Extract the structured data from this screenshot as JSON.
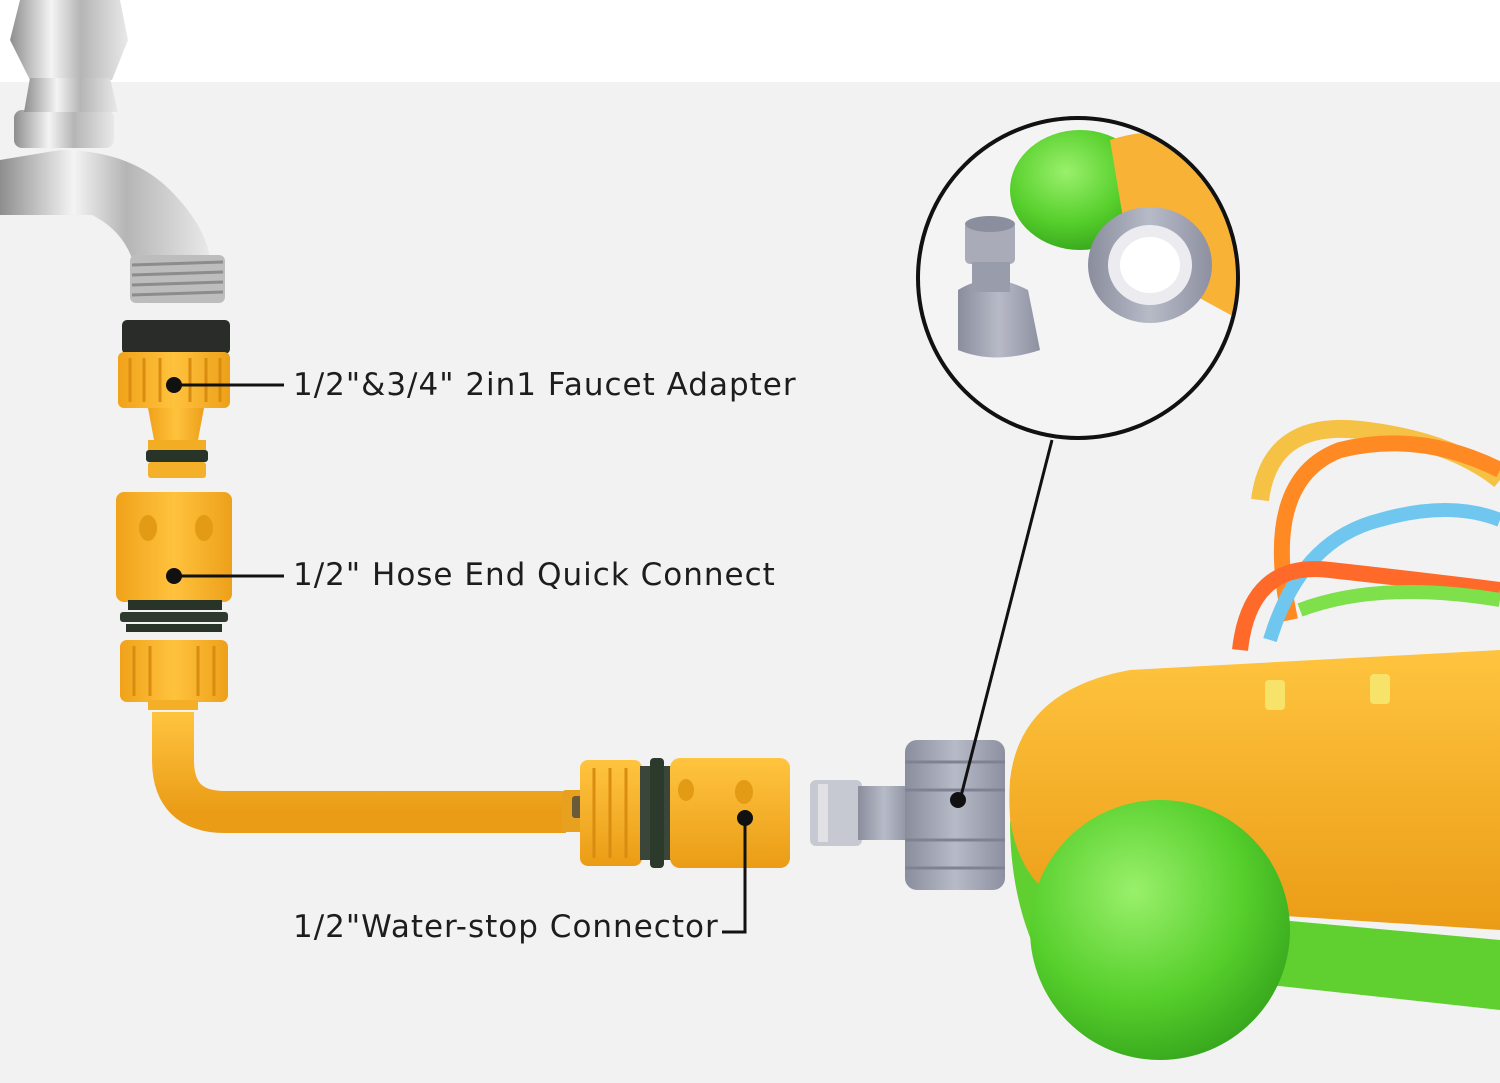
{
  "labels": {
    "faucet_adapter": "1/2\"&3/4\" 2in1 Faucet Adapter",
    "hose_end": "1/2\" Hose End Quick Connect",
    "water_stop": "1/2\"Water-stop Connector"
  },
  "colors": {
    "background": "#f2f2f2",
    "connector_yellow": "#f7b52a",
    "connector_dark_ring": "#2c3a2c",
    "faucet_chrome": "#c4c4c4",
    "adapter_gray": "#9c9fb0",
    "sprinkler_green": "#5ad12f",
    "sprinkler_orange": "#fbb53a",
    "callout_line": "#111111"
  },
  "icons": [
    "faucet",
    "faucet-adapter",
    "hose-end-connector",
    "water-stop-connector",
    "garden-hose",
    "thread-adapter",
    "turtle-sprinkler",
    "zoom-callout"
  ]
}
